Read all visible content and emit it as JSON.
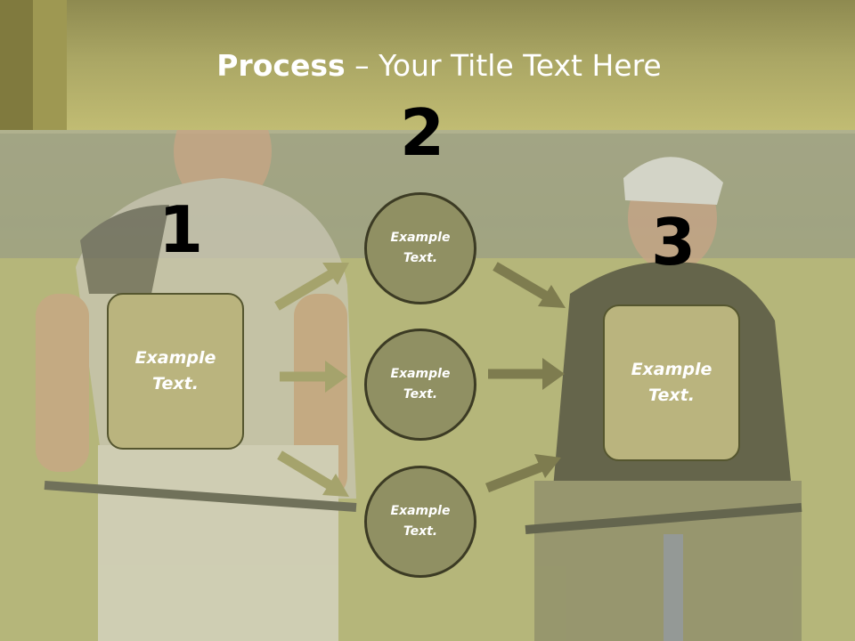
{
  "title": {
    "bold": "Process",
    "rest": " – Your Title Text Here"
  },
  "steps": {
    "one": "1",
    "two": "2",
    "three": "3"
  },
  "boxes": {
    "left": "Example\nText.",
    "right": "Example\nText."
  },
  "circles": {
    "top": "Example\nText.",
    "middle": "Example\nText.",
    "bottom": "Example\nText."
  },
  "colors": {
    "header": "#b2ad6a",
    "box_fill": "#bab47e",
    "circle_fill": "#909063",
    "arrow": "#9c9a60"
  }
}
